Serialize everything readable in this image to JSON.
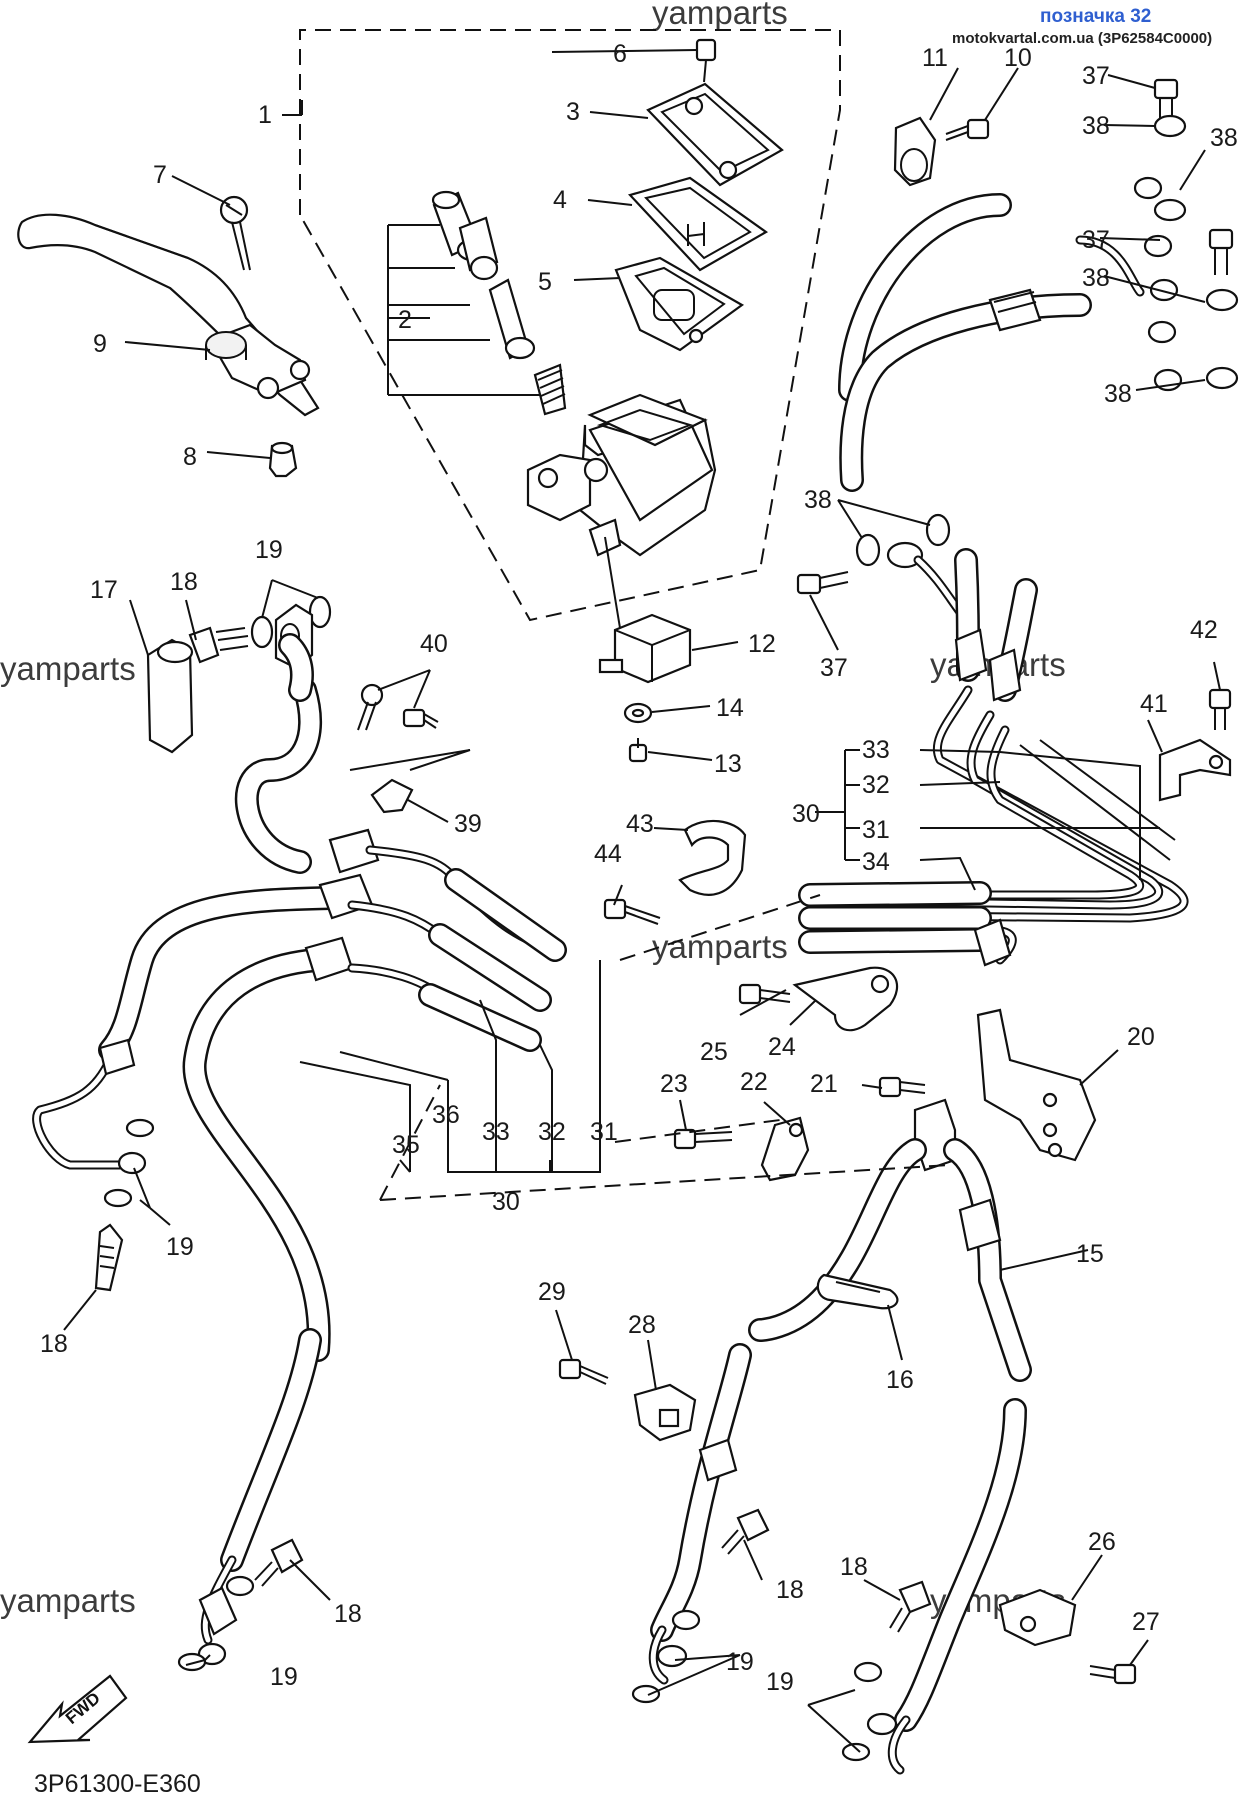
{
  "header": {
    "badge": "позначка 32",
    "site": "motokvartal.com.ua (3P62584C0000)"
  },
  "watermark": "yamparts",
  "diagram_code": "3P61300-E360",
  "fwd_label": "FWD",
  "callouts": {
    "n1": "1",
    "n2": "2",
    "n3": "3",
    "n4": "4",
    "n5": "5",
    "n6": "6",
    "n7": "7",
    "n8": "8",
    "n9": "9",
    "n10": "10",
    "n11": "11",
    "n12": "12",
    "n13": "13",
    "n14": "14",
    "n15": "15",
    "n16": "16",
    "n17": "17",
    "n18": "18",
    "n19": "19",
    "n20": "20",
    "n21": "21",
    "n22": "22",
    "n23": "23",
    "n24": "24",
    "n25": "25",
    "n26": "26",
    "n27": "27",
    "n28": "28",
    "n29": "29",
    "n30": "30",
    "n31": "31",
    "n32": "32",
    "n33": "33",
    "n34": "34",
    "n35": "35",
    "n36": "36",
    "n37": "37",
    "n38": "38",
    "n39": "39",
    "n40": "40",
    "n41": "41",
    "n42": "42",
    "n43": "43",
    "n44": "44"
  },
  "colors": {
    "line": "#111111",
    "badge": "#2f5fd0",
    "watermark": "#3c3c3c"
  }
}
